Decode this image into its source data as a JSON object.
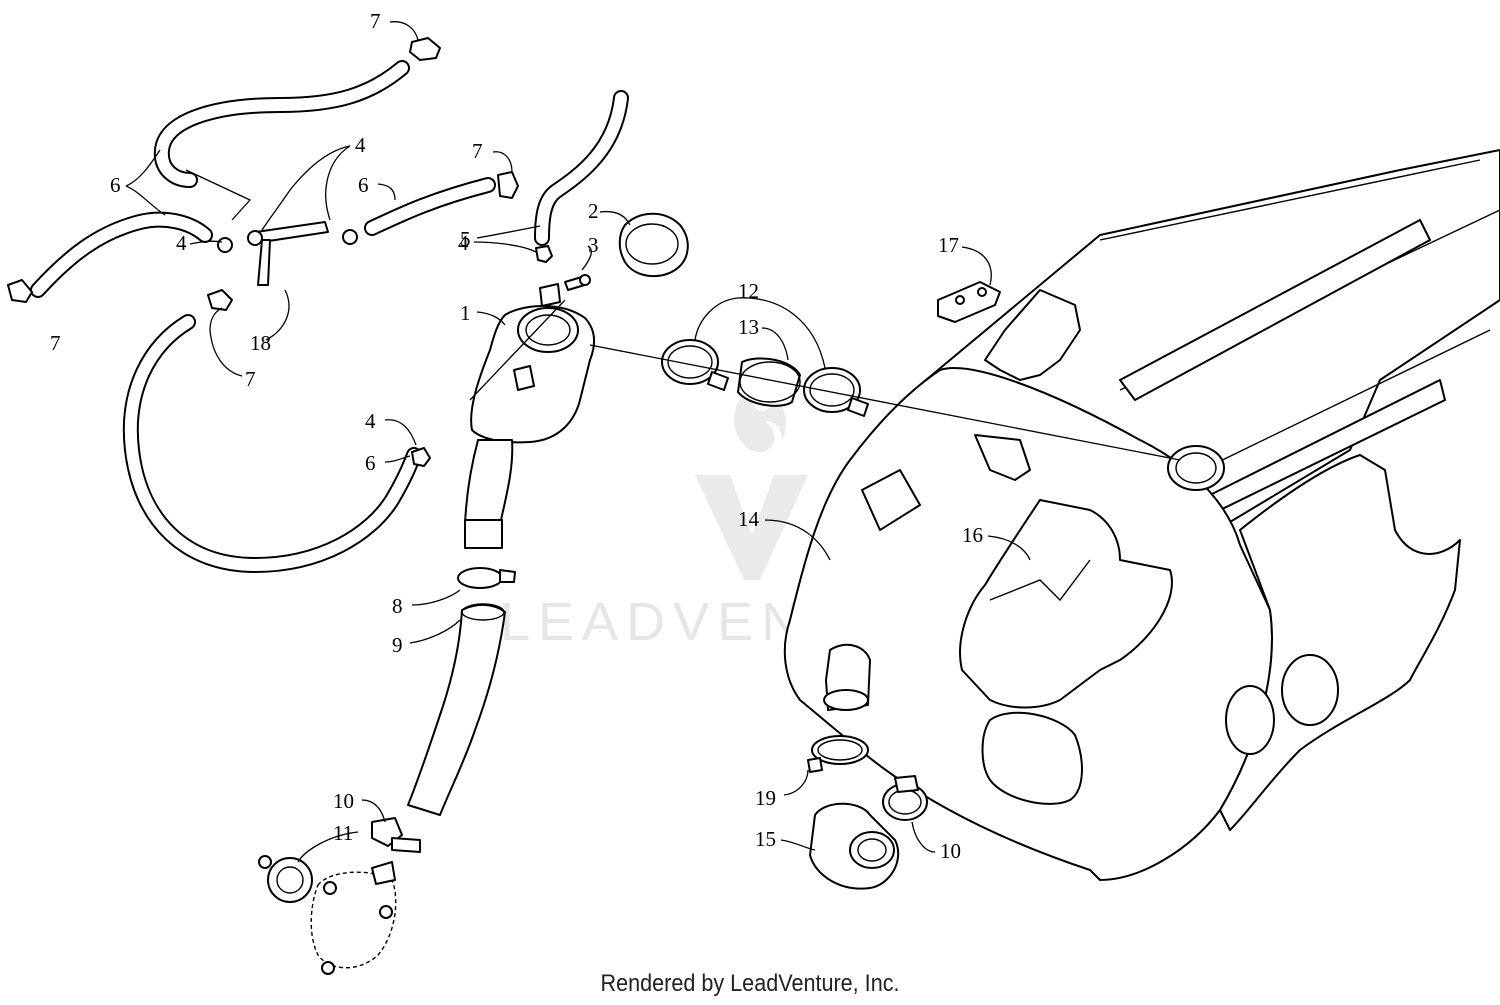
{
  "diagram": {
    "watermark": "LEADVENTURE",
    "footer": "Rendered by LeadVenture, Inc.",
    "callouts": [
      {
        "id": "c1",
        "label": "1"
      },
      {
        "id": "c2",
        "label": "2"
      },
      {
        "id": "c3",
        "label": "3"
      },
      {
        "id": "c4a",
        "label": "4"
      },
      {
        "id": "c4b",
        "label": "4"
      },
      {
        "id": "c4c",
        "label": "4"
      },
      {
        "id": "c4d",
        "label": "4"
      },
      {
        "id": "c5",
        "label": "5"
      },
      {
        "id": "c6a",
        "label": "6"
      },
      {
        "id": "c6b",
        "label": "6"
      },
      {
        "id": "c6c",
        "label": "6"
      },
      {
        "id": "c7a",
        "label": "7"
      },
      {
        "id": "c7b",
        "label": "7"
      },
      {
        "id": "c7c",
        "label": "7"
      },
      {
        "id": "c7d",
        "label": "7"
      },
      {
        "id": "c8",
        "label": "8"
      },
      {
        "id": "c9",
        "label": "9"
      },
      {
        "id": "c10a",
        "label": "10"
      },
      {
        "id": "c10b",
        "label": "10"
      },
      {
        "id": "c11",
        "label": "11"
      },
      {
        "id": "c12",
        "label": "12"
      },
      {
        "id": "c13",
        "label": "13"
      },
      {
        "id": "c14",
        "label": "14"
      },
      {
        "id": "c15",
        "label": "15"
      },
      {
        "id": "c16",
        "label": "16"
      },
      {
        "id": "c17",
        "label": "17"
      },
      {
        "id": "c18",
        "label": "18"
      },
      {
        "id": "c19",
        "label": "19"
      }
    ]
  }
}
